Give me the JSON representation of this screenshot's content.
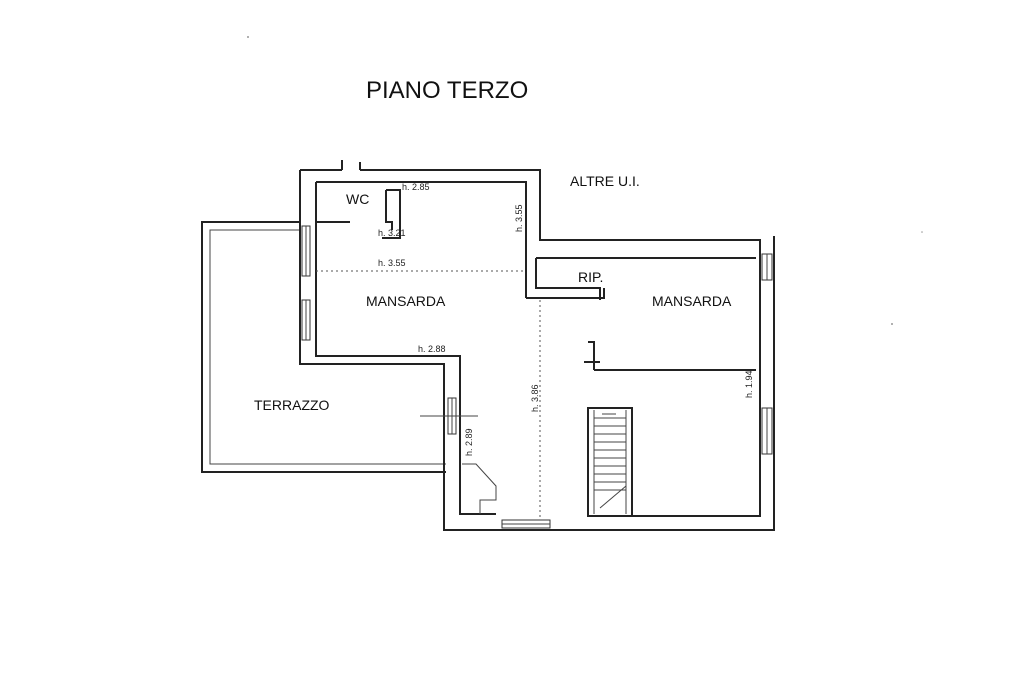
{
  "title": "PIANO TERZO",
  "rooms": {
    "wc": "WC",
    "mansarda_left": "MANSARDA",
    "mansarda_right": "MANSARDA",
    "rip": "RIP.",
    "terrazzo": "TERRAZZO",
    "altre_ui": "ALTRE U.I."
  },
  "heights": {
    "h1": "h. 2.85",
    "h2": "h. 3.21",
    "h3": "h. 3.55",
    "h4": "h. 3.55",
    "h5": "h. 2.88",
    "h6": "h. 3.86",
    "h7": "h. 2.89",
    "h8": "h. 1.94"
  }
}
